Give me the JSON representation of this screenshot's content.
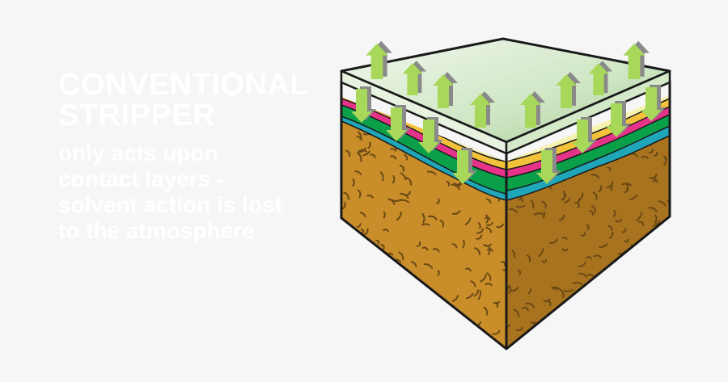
{
  "title_lines": [
    "CONVENTIONAL",
    "STRIPPER"
  ],
  "description_lines": [
    "only acts upon",
    "contact layers -",
    "solvent action is lost",
    "to the atmosphere"
  ],
  "colors": {
    "background": "#f6f6f6",
    "text": "#ffffff",
    "soil": "#c98d2a",
    "soil_shade": "#a8731f",
    "soil_speckle": "#6b4a14",
    "layer_cream": "#f7f2b0",
    "layer_yellow": "#f3c23a",
    "layer_pink": "#e6338a",
    "layer_green": "#0aa04a",
    "layer_teal": "#1fa6b8",
    "top_sheet": "#cfe6c4",
    "arrow_green": "#a8d85a",
    "arrow_grey": "#8a8a8a",
    "outline": "#1a1a1a"
  },
  "icons": {
    "up_arrow": "arrow-up-icon",
    "down_arrow": "arrow-down-icon"
  }
}
